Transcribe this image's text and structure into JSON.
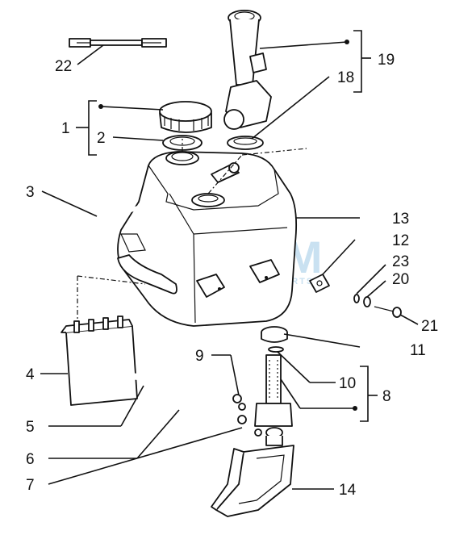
{
  "diagram": {
    "callouts": [
      {
        "id": "c22",
        "text": "22"
      },
      {
        "id": "c1",
        "text": "1"
      },
      {
        "id": "c2",
        "text": "2"
      },
      {
        "id": "c3",
        "text": "3"
      },
      {
        "id": "c4",
        "text": "4"
      },
      {
        "id": "c5",
        "text": "5"
      },
      {
        "id": "c6",
        "text": "6"
      },
      {
        "id": "c7",
        "text": "7"
      },
      {
        "id": "c8",
        "text": "8"
      },
      {
        "id": "c9",
        "text": "9"
      },
      {
        "id": "c10",
        "text": "10"
      },
      {
        "id": "c11",
        "text": "11"
      },
      {
        "id": "c12",
        "text": "12"
      },
      {
        "id": "c13",
        "text": "13"
      },
      {
        "id": "c14",
        "text": "14"
      },
      {
        "id": "c18",
        "text": "18"
      },
      {
        "id": "c19",
        "text": "19"
      },
      {
        "id": "c20",
        "text": "20"
      },
      {
        "id": "c21",
        "text": "21"
      },
      {
        "id": "c23",
        "text": "23"
      }
    ],
    "watermark": {
      "brand": "OEM",
      "tagline": "MOTORPARTS",
      "color": "#9ec9e6"
    },
    "line_color": "#111111",
    "background": "#ffffff"
  }
}
